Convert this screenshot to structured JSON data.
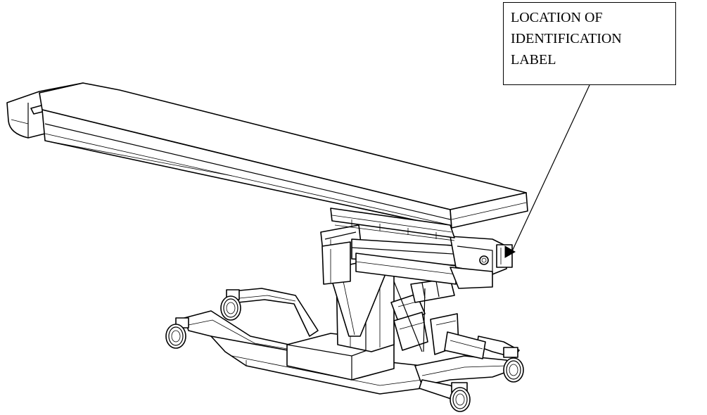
{
  "callout": {
    "lines": [
      "LOCATION OF",
      "IDENTIFICATION",
      "LABEL"
    ]
  }
}
